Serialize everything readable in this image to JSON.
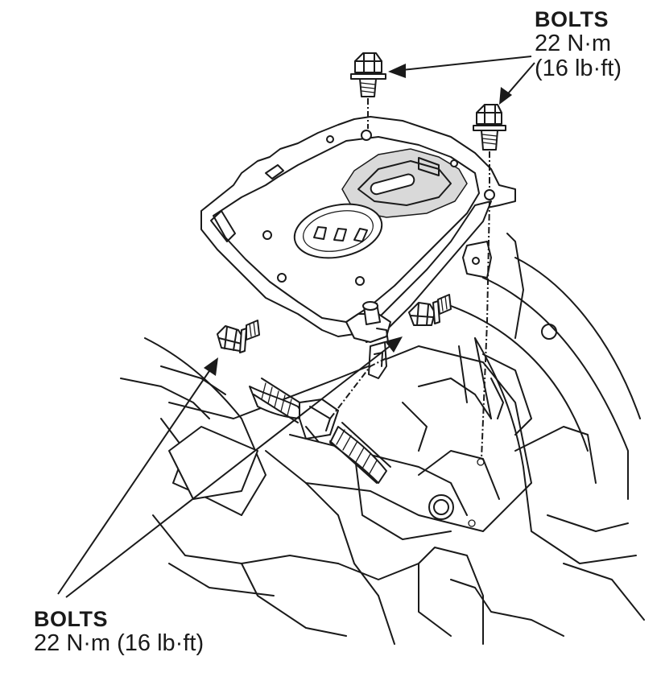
{
  "callouts": {
    "top": {
      "title": "BOLTS",
      "torque": "22 N·m",
      "torque_imperial": "(16 lb·ft)"
    },
    "bottom": {
      "title": "BOLTS",
      "torque": "22 N·m (16 lb·ft)"
    }
  }
}
